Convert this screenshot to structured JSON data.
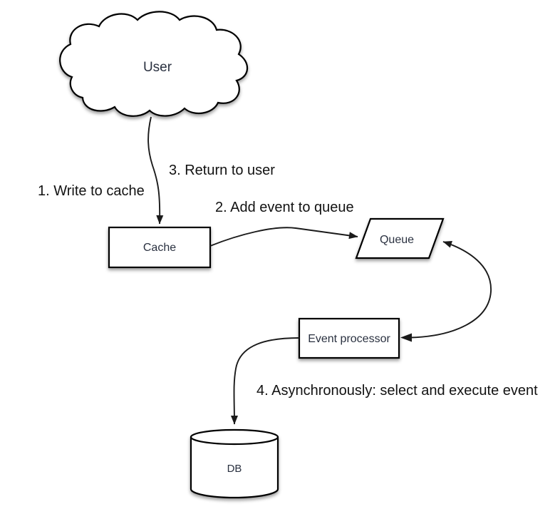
{
  "diagram": {
    "background": "#ffffff",
    "stroke_color": "#000000",
    "node_text_color": "#2a3140",
    "annotation_text_color": "#121212",
    "nodes": {
      "user": {
        "label": "User",
        "shape": "cloud"
      },
      "cache": {
        "label": "Cache",
        "shape": "rectangle"
      },
      "queue": {
        "label": "Queue",
        "shape": "parallelogram"
      },
      "event_processor": {
        "label": "Event processor",
        "shape": "rectangle"
      },
      "db": {
        "label": "DB",
        "shape": "cylinder"
      }
    },
    "annotations": {
      "step1": "1. Write to cache",
      "step2": "2. Add event to queue",
      "step3": "3. Return to user",
      "step4": "4. Asynchronously: select and execute event"
    },
    "edges": [
      {
        "from": "User",
        "to": "Cache",
        "bidirectional": false
      },
      {
        "from": "Cache",
        "to": "Queue",
        "bidirectional": false
      },
      {
        "from": "Queue",
        "to": "Event processor",
        "bidirectional": true
      },
      {
        "from": "Event processor",
        "to": "DB",
        "bidirectional": false
      }
    ]
  }
}
